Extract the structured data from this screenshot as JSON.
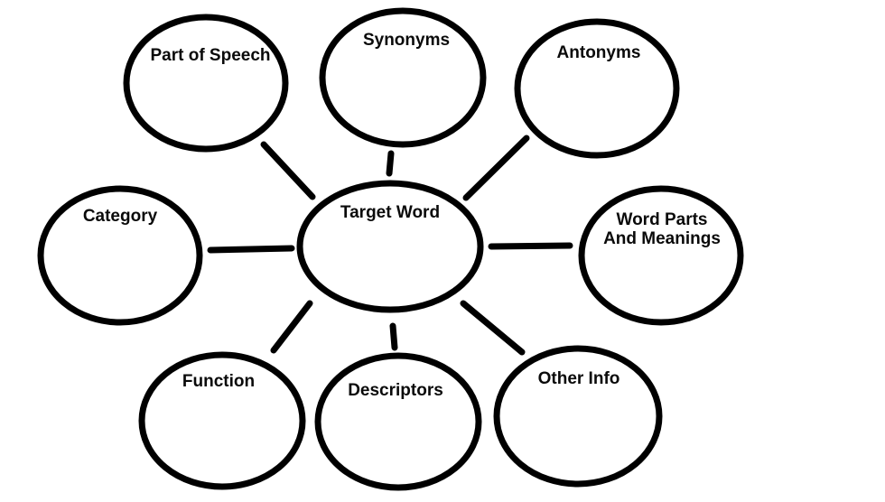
{
  "diagram": {
    "type": "word-map",
    "colors": {
      "stroke": "#000000",
      "background": "#ffffff",
      "text": "#0a0a0a"
    },
    "center": {
      "label": "Target Word"
    },
    "nodes": [
      {
        "label": "Part of Speech"
      },
      {
        "label": "Synonyms"
      },
      {
        "label": "Antonyms"
      },
      {
        "label": "Category"
      },
      {
        "label": "Word Parts And Meanings",
        "line1": "Word Parts",
        "line2": "And Meanings"
      },
      {
        "label": "Function"
      },
      {
        "label": "Descriptors"
      },
      {
        "label": "Other Info"
      }
    ]
  }
}
